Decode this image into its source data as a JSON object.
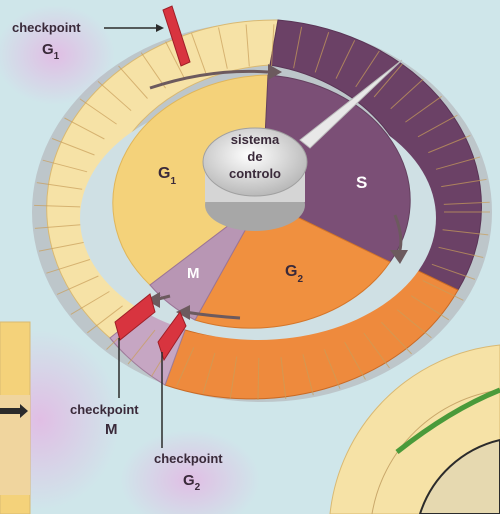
{
  "diagram": {
    "center_label": [
      "sistema",
      "de",
      "controlo"
    ],
    "phases": {
      "g1": "G",
      "s": "S",
      "g2": "G",
      "m": "M"
    },
    "subscripts": {
      "g1": "1",
      "g2": "2"
    },
    "checkpoints": {
      "g1": {
        "word": "checkpoint",
        "phase": "G",
        "sub": "1"
      },
      "m": {
        "word": "checkpoint",
        "phase": "M"
      },
      "g2": {
        "word": "checkpoint",
        "phase": "G",
        "sub": "2"
      }
    },
    "colors": {
      "background": "#cfe6ea",
      "g1_phase": "#f4d27a",
      "g1_ring": "#f6e2a6",
      "s_phase": "#7b4f76",
      "s_ring": "#6b4166",
      "g2_phase": "#f0903f",
      "g2_ring": "#ee8a3d",
      "m_phase": "#b896b4",
      "checkpoint_bar": "#d8343f",
      "hub": "#e6e6e6"
    }
  }
}
